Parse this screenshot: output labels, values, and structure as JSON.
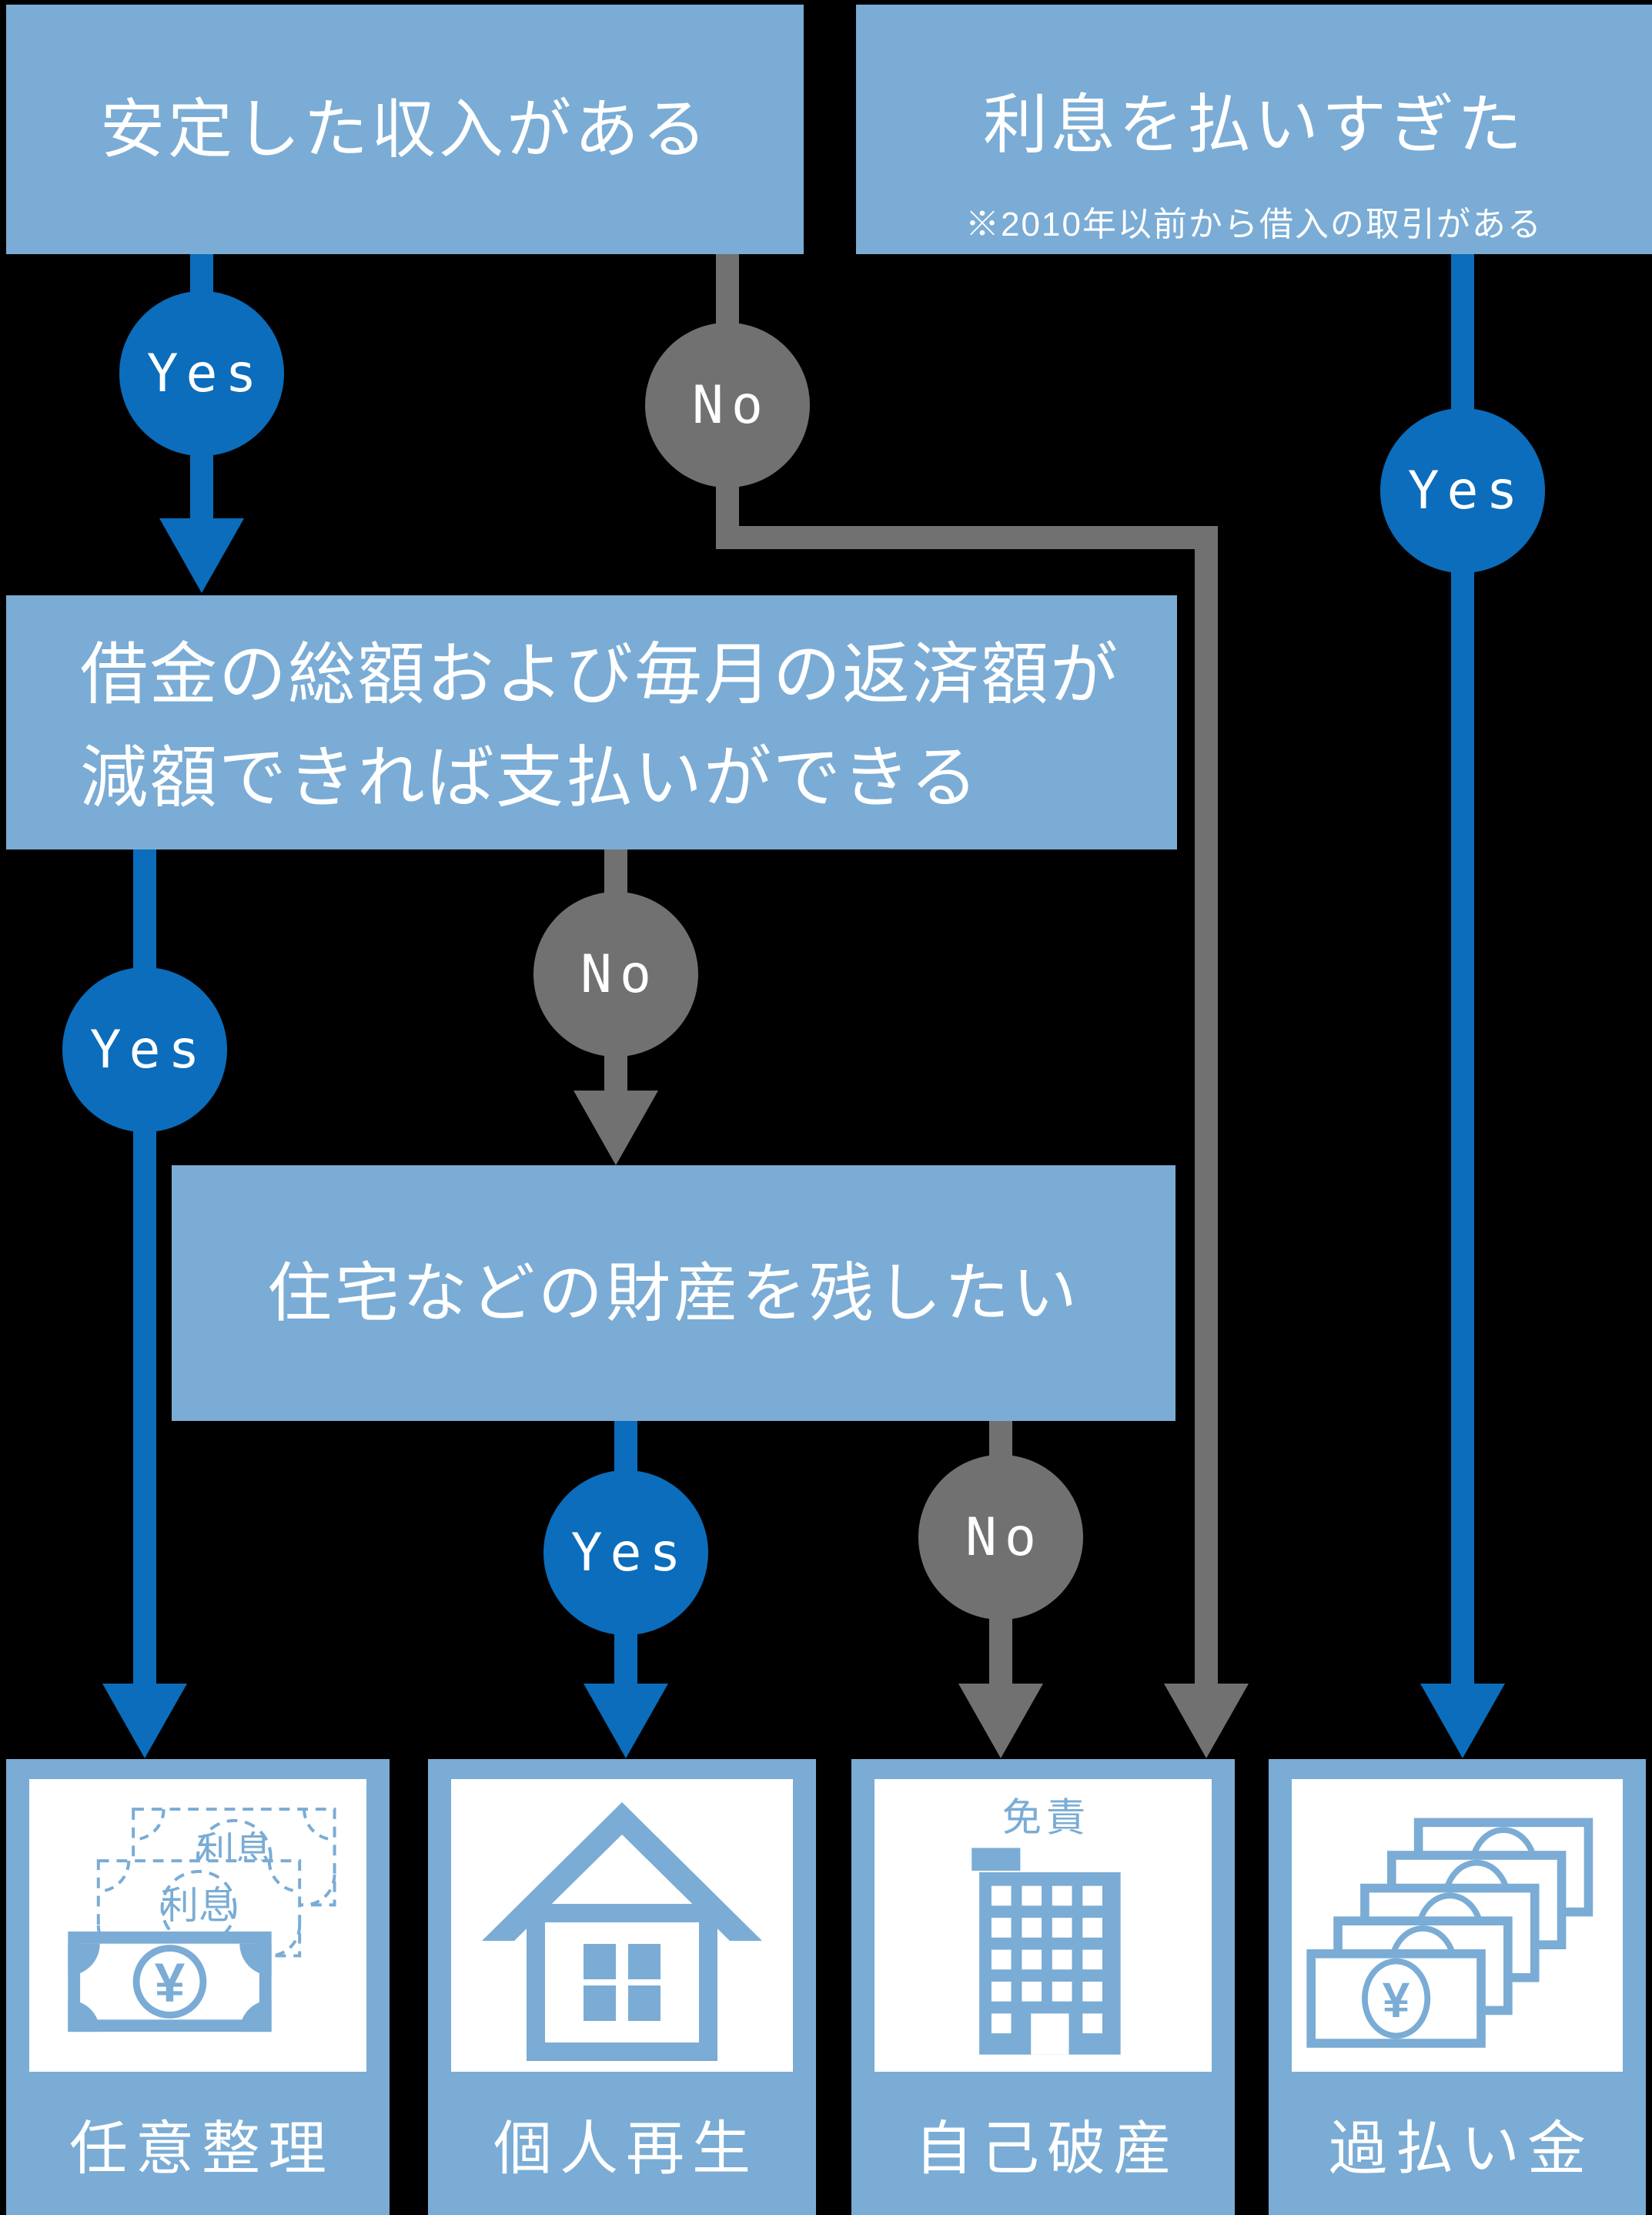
{
  "colors": {
    "background": "#000000",
    "panel_blue": "#7aacd5",
    "accent_blue": "#0b6dbb",
    "gray": "#717171",
    "text_white": "#ffffff"
  },
  "questions": {
    "stable_income": {
      "text": "安定した収入がある"
    },
    "overpaid_interest": {
      "text": "利息を払いすぎた",
      "note": "※2010年以前から借入の取引がある"
    },
    "reducible_payment": {
      "line1": "借金の総額および毎月の返済額が",
      "line2": "減額できれば支払いができる"
    },
    "keep_property": {
      "text": "住宅などの財産を残したい"
    }
  },
  "connector_labels": {
    "yes": "Yes",
    "no": "No"
  },
  "results": {
    "voluntary_liquidation": {
      "label": "任意整理",
      "interest_note": "利息",
      "yen": "¥"
    },
    "individual_rehabilitation": {
      "label": "個人再生"
    },
    "bankruptcy": {
      "label": "自己破産",
      "discharge_note": "免責"
    },
    "overpayment_refund": {
      "label": "過払い金",
      "yen": "¥"
    }
  }
}
